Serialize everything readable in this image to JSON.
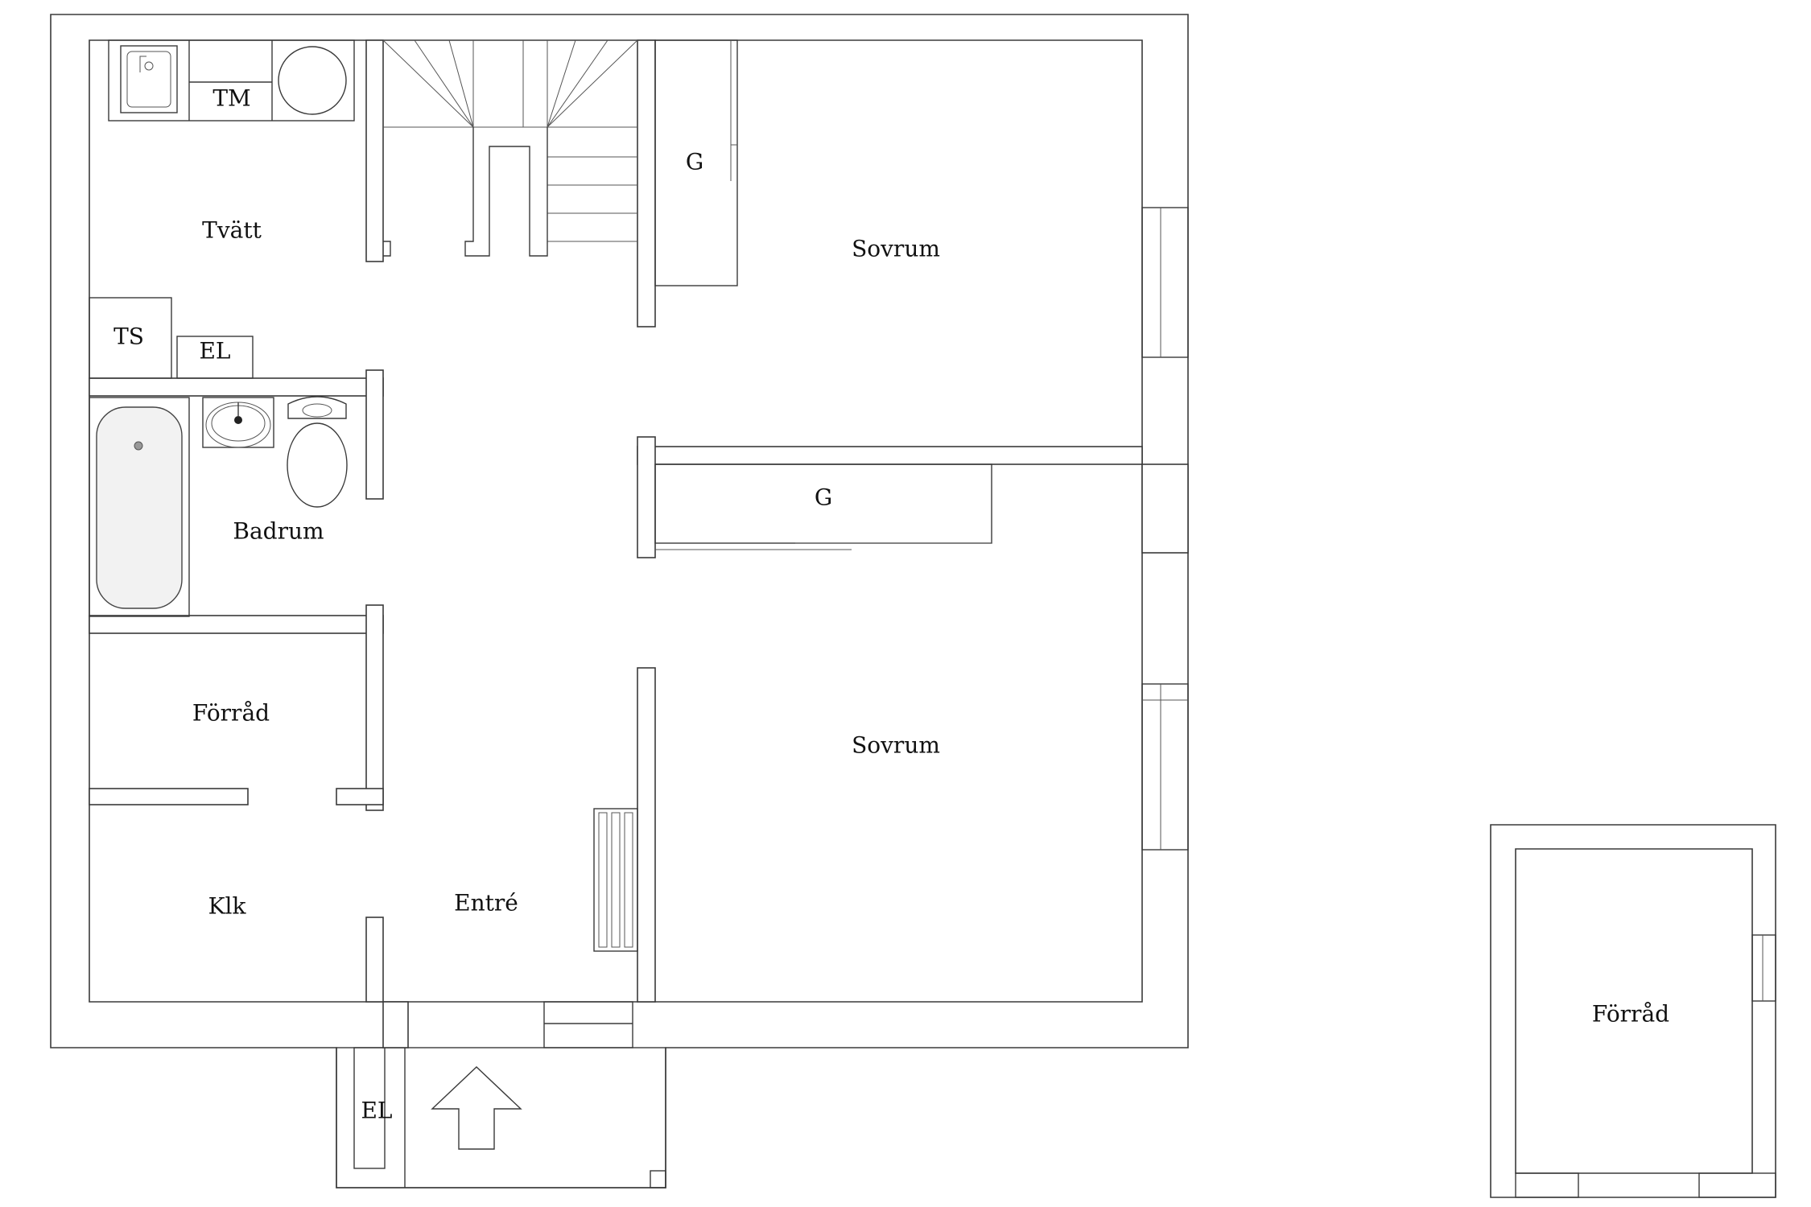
{
  "labels": {
    "tvatt": "Tvätt",
    "tm": "TM",
    "ts": "TS",
    "el_inner": "EL",
    "badrum": "Badrum",
    "forrad_main": "Förråd",
    "klk": "Klk",
    "entre": "Entré",
    "g_upper": "G",
    "g_lower": "G",
    "sovrum_upper": "Sovrum",
    "sovrum_lower": "Sovrum",
    "el_porch": "EL",
    "forrad_shed": "Förråd"
  }
}
